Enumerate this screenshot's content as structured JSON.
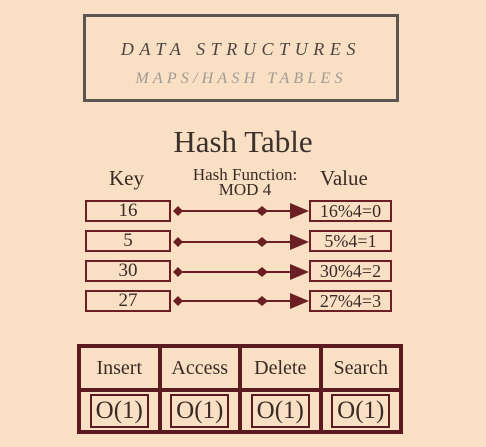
{
  "header": {
    "title": "DATA STRUCTURES",
    "subtitle": "MAPS/HASH TABLES"
  },
  "diagram": {
    "heading": "Hash Table",
    "key_label": "Key",
    "hash_function_label": "Hash Function:",
    "hash_function_value": "MOD 4",
    "value_label": "Value",
    "rows": [
      {
        "key": "16",
        "value": "16%4=0"
      },
      {
        "key": "5",
        "value": "5%4=1"
      },
      {
        "key": "30",
        "value": "30%4=2"
      },
      {
        "key": "27",
        "value": "27%4=3"
      }
    ]
  },
  "complexity": {
    "operations": [
      {
        "name": "Insert",
        "cost": "O(1)"
      },
      {
        "name": "Access",
        "cost": "O(1)"
      },
      {
        "name": "Delete",
        "cost": "O(1)"
      },
      {
        "name": "Search",
        "cost": "O(1)"
      }
    ]
  },
  "colors": {
    "background": "#f9e0c4",
    "accent": "#6b1e23",
    "title_text": "#4d4442",
    "subtitle_text": "#a09a94"
  }
}
